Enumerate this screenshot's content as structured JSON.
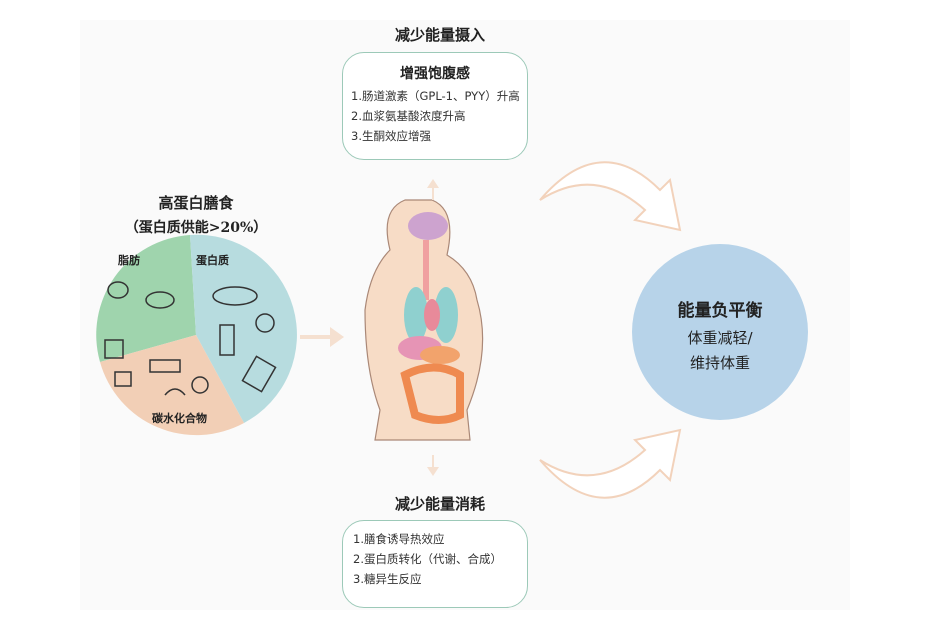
{
  "top": {
    "heading": "减少能量摄入",
    "box_title": "增强饱腹感",
    "items": [
      "1.肠道激素（GPL-1、PYY）升高",
      "2.血浆氨基酸浓度升高",
      "3.生酮效应增强"
    ]
  },
  "bottom": {
    "heading": "减少能量消耗",
    "items": [
      "1.膳食诱导热效应",
      "2.蛋白质转化（代谢、合成）",
      "3.糖异生反应"
    ]
  },
  "diet": {
    "title": "高蛋白膳食",
    "subtitle": "（蛋白质供能>20%）",
    "segments": [
      {
        "label": "脂肪",
        "color": "#9fd4ad"
      },
      {
        "label": "蛋白质",
        "color": "#b7dcdf"
      },
      {
        "label": "碳水化合物",
        "color": "#f2cfb6"
      }
    ]
  },
  "result": {
    "title": "能量负平衡",
    "line1": "体重减轻/",
    "line2": "维持体重",
    "color": "#b7d3e9"
  }
}
